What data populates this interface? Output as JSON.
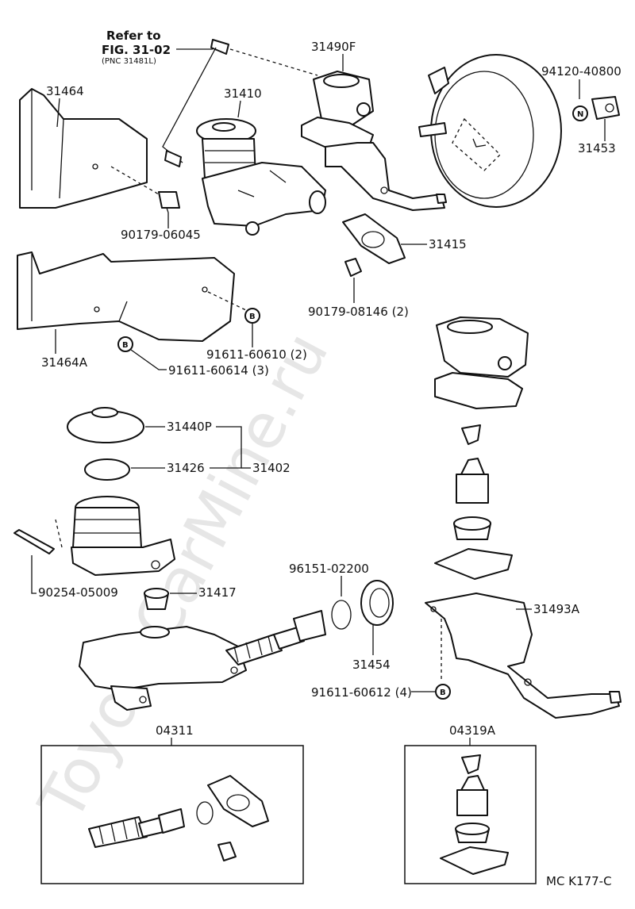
{
  "watermark": "ToyotaCarMine.ru",
  "reference": {
    "line1": "Refer to",
    "line2": "FIG. 31-02",
    "line3": "(PNC 31481L)"
  },
  "labels": {
    "p31464": "31464",
    "p31410": "31410",
    "p31490F": "31490F",
    "p94120": "94120-40800",
    "p31453": "31453",
    "p90179_06045": "90179-06045",
    "p31415": "31415",
    "p90179_08146": "90179-08146 (2)",
    "p31464A": "31464A",
    "p91611_60610": "91611-60610 (2)",
    "p91611_60614": "91611-60614 (3)",
    "p31440P": "31440P",
    "p31426": "31426",
    "p31402": "31402",
    "p90254": "90254-05009",
    "p31417": "31417",
    "p96151": "96151-02200",
    "p31454": "31454",
    "p31493A": "31493A",
    "p91611_60612": "91611-60612 (4)",
    "p04311": "04311",
    "p04319A": "04319A"
  },
  "markers": {
    "b": "B",
    "n": "N"
  },
  "footer": "MC K177-C"
}
